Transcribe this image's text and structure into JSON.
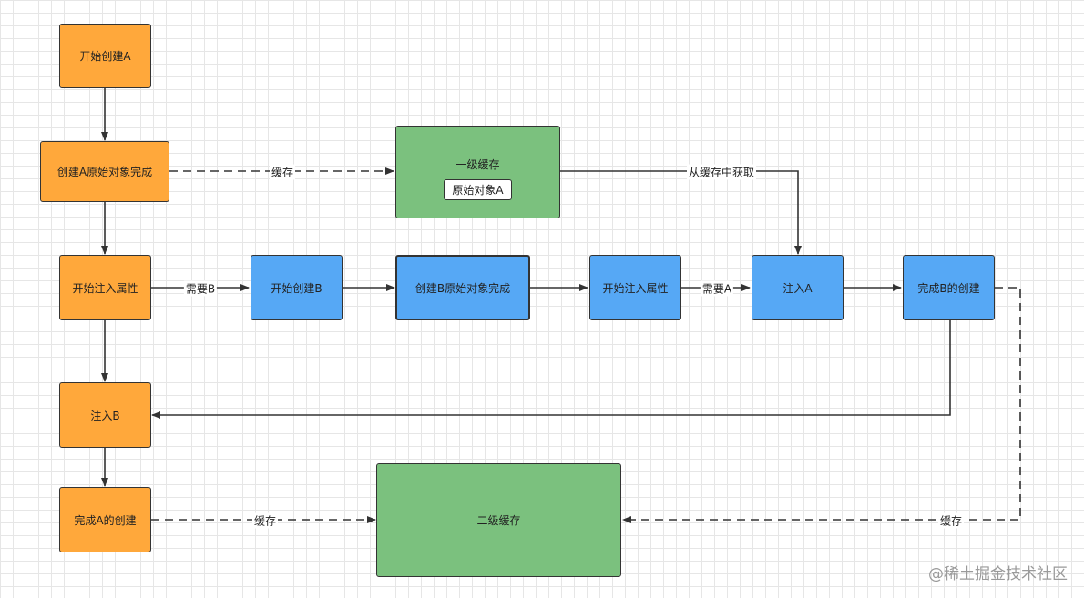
{
  "nodes": {
    "start_a": "开始创建A",
    "create_a_raw": "创建A原始对象完成",
    "inject_props_a": "开始注入属性",
    "inject_b": "注入B",
    "finish_a": "完成A的创建",
    "start_b": "开始创建B",
    "create_b_raw": "创建B原始对象完成",
    "inject_props_b": "开始注入属性",
    "inject_a": "注入A",
    "finish_b": "完成B的创建",
    "level1_cache": "一级缓存",
    "level1_cache_item": "原始对象A",
    "level2_cache": "二级缓存"
  },
  "edge_labels": {
    "cache_top": "缓存",
    "need_b": "需要B",
    "need_a": "需要A",
    "get_from_cache": "从缓存中获取",
    "cache_bottom_left": "缓存",
    "cache_bottom_right": "缓存"
  },
  "watermark": "@稀土掘金技术社区",
  "colors": {
    "orange": "#ffa83b",
    "blue": "#56a8f5",
    "green": "#7bc17e"
  }
}
